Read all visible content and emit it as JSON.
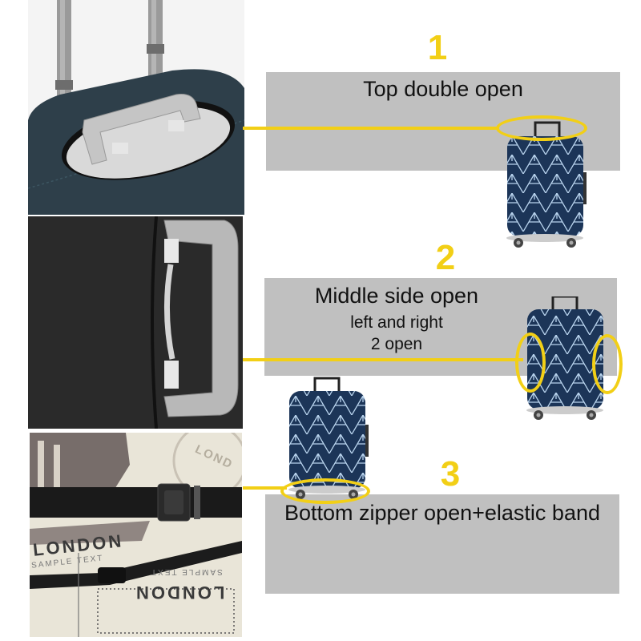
{
  "colors": {
    "accent_yellow": "#f2cf16",
    "band_gray": "#c0c0c0",
    "suitcase_navy": "#1c3558",
    "pattern_line": "#b9d4ee"
  },
  "steps": [
    {
      "number": "1",
      "title": "Top double open",
      "subtitle_lines": []
    },
    {
      "number": "2",
      "title": "Middle side open",
      "subtitle_lines": [
        "left and right",
        "2 open"
      ]
    },
    {
      "number": "3",
      "title": "Bottom zipper open+elastic band",
      "subtitle_lines": []
    }
  ],
  "photos": [
    {
      "name": "top-handle-photo",
      "caption": ""
    },
    {
      "name": "side-handle-photo",
      "caption": ""
    },
    {
      "name": "bottom-zipper-photo",
      "print_text": [
        "LONDON",
        "SAMPLE TEXT",
        "LONDON",
        "SAMPLE TEXT",
        "LOND"
      ]
    }
  ]
}
